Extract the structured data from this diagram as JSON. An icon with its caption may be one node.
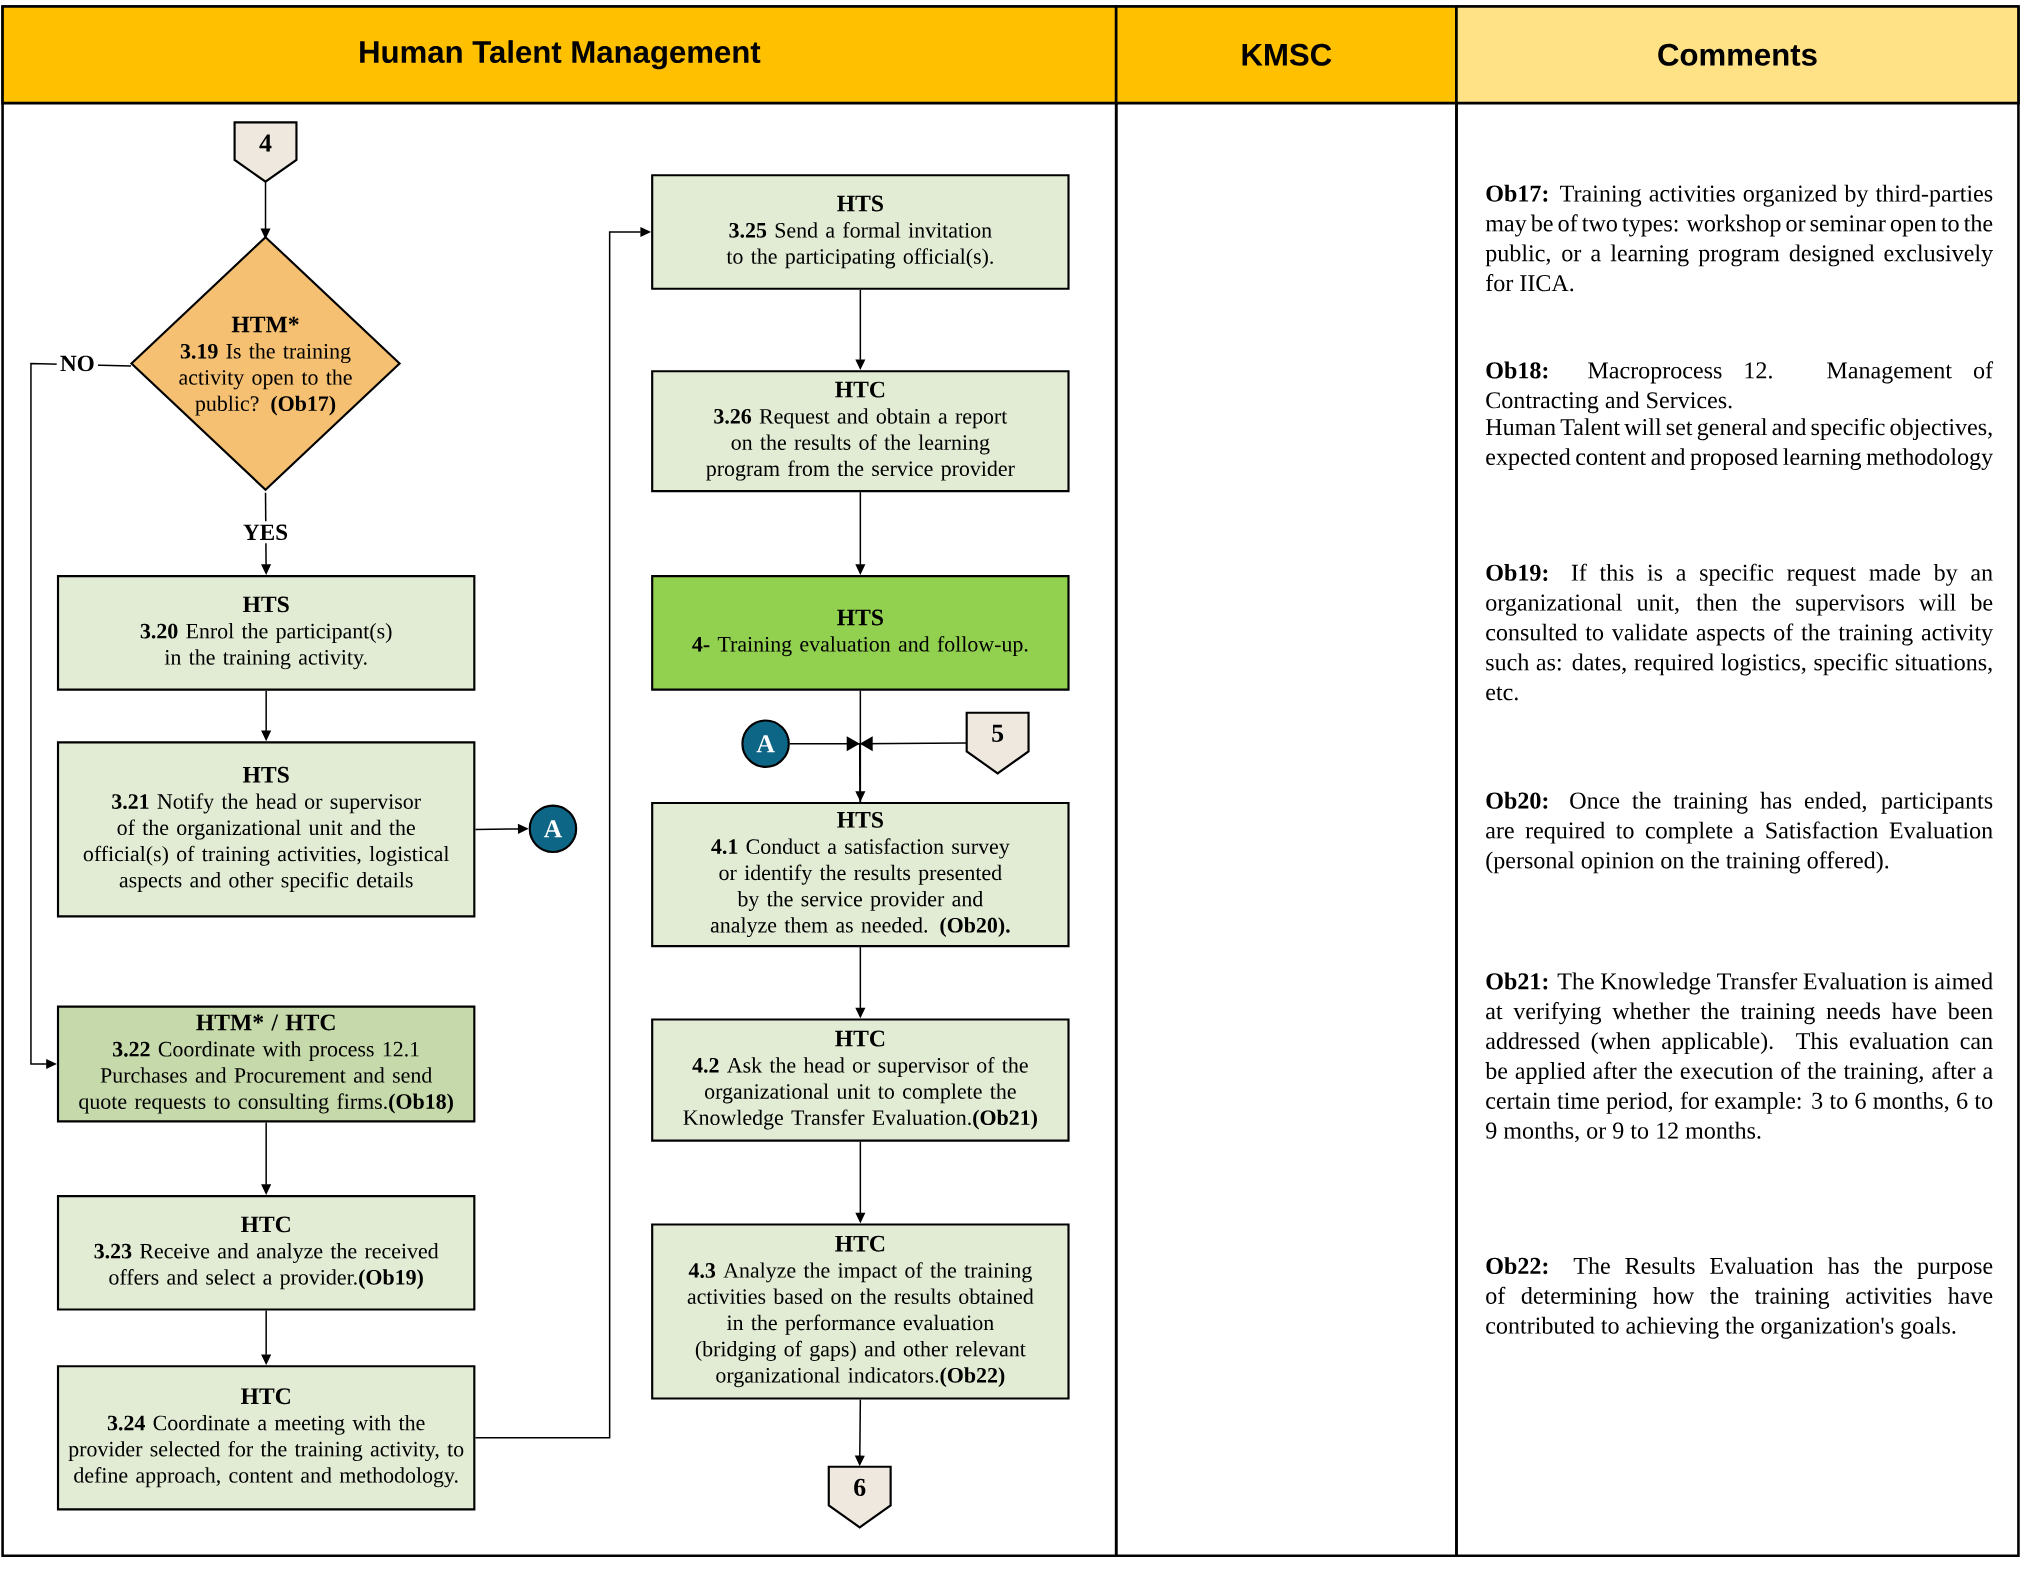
{
  "diagram": {
    "nodes": [
      {
        "text": [
          "Human Talent Management"
        ]
      },
      {
        "text": [
          "KMSC"
        ]
      },
      {
        "text": [
          "Comments"
        ]
      },
      {
        "text": [
          "4"
        ],
        "in": 0
      },
      {
        "text": [
          "HTM*",
          "**3.19** Is the training activity open to the public? **(Ob17)**"
        ],
        "in": 0
      },
      {
        "text": [
          "HTS",
          "**3.20** Enrol the participant(s) in the training activity."
        ],
        "in": 0
      },
      {
        "text": [
          "HTS",
          "**3.21** Notify the head or supervisor of the organizational unit and the official(s) of training activities, logistical aspects and other specific details"
        ],
        "in": 0
      },
      {
        "text": [
          "A"
        ],
        "in": 0
      },
      {
        "text": [
          "HTM* / HTC",
          "**3.22** Coordinate with process 12.1 Purchases and Procurement and send quote requests to consulting firms.**(Ob18)**"
        ],
        "in": 0
      },
      {
        "text": [
          "HTC",
          "**3.23** Receive and analyze the received offers and select a provider.**(Ob19)**"
        ],
        "in": 0
      },
      {
        "text": [
          "HTC",
          "**3.24** Coordinate a meeting with the provider selected for the training activity, to define approach, content and methodology."
        ],
        "in": 0
      },
      {
        "text": [
          "HTS",
          "**3.25** Send a formal invitation to the participating official(s)."
        ],
        "in": 0
      },
      {
        "text": [
          "HTC",
          "**3.26** Request and obtain a report on the results of the learning program from the service provider"
        ],
        "in": 0
      },
      {
        "text": [
          "HTS",
          "**4-** Training evaluation and follow-up."
        ],
        "in": 0
      },
      {
        "text": [
          "A"
        ],
        "in": 0
      },
      {
        "text": [
          "5"
        ],
        "in": 0
      },
      {
        "text": [
          "HTS",
          "**4.1** Conduct a satisfaction survey or identify the results presented by the service provider and analyze them as needed. **(Ob20).**"
        ],
        "in": 0
      },
      {
        "text": [
          "HTC",
          "**4.2**  Ask the head or supervisor of the organizational unit to complete the Knowledge Transfer Evaluation.**(Ob21)**"
        ],
        "in": 0
      },
      {
        "text": [
          "HTC",
          "**4.3** Analyze the impact of the training activities based on the results obtained in the performance evaluation (bridging of gaps) and other relevant organizational indicators.**(Ob22)**"
        ],
        "in": 0
      },
      {
        "text": [
          "6"
        ],
        "in": 0
      }
    ],
    "edges": [
      {
        "from": 3,
        "to": 4,
        "arrow": "to"
      },
      {
        "from": 4,
        "to": 5,
        "arrow": "to",
        "label": "YES"
      },
      {
        "from": 4,
        "to": 8,
        "arrow": "to",
        "label": "NO"
      },
      {
        "from": 5,
        "to": 6,
        "arrow": "to"
      },
      {
        "from": 6,
        "to": 7,
        "arrow": "to"
      },
      {
        "from": 8,
        "to": 9,
        "arrow": "to"
      },
      {
        "from": 9,
        "to": 10,
        "arrow": "to"
      },
      {
        "from": 10,
        "to": 11,
        "arrow": "to"
      },
      {
        "from": 11,
        "to": 12,
        "arrow": "to"
      },
      {
        "from": 12,
        "to": 13,
        "arrow": "to"
      },
      {
        "from": 13,
        "to": 16,
        "arrow": "to"
      },
      {
        "from": 14,
        "to": 16,
        "arrow": "to"
      },
      {
        "from": 15,
        "to": 16,
        "arrow": "to"
      },
      {
        "from": 16,
        "to": 17,
        "arrow": "to"
      },
      {
        "from": 17,
        "to": 18,
        "arrow": "to"
      },
      {
        "from": 18,
        "to": 19,
        "arrow": "to"
      }
    ],
    "labels": [
      "**Ob17:** Training activities organized by third-parties may be of two types: workshop or seminar open to the public, or a learning program designed exclusively for IICA.",
      "**Ob18:** Macroprocess 12. Management of Contracting and Services.",
      "Human Talent will set general and specific objectives, expected content and proposed learning methodology",
      "**Ob19:** If this is a specific request made by an organizational unit, then the supervisors will be consulted to validate aspects of the training activity such as: dates, required logistics, specific situations, etc.",
      "**Ob20:** Once the training has ended, participants are required to complete a Satisfaction Evaluation (personal opinion on the training offered).",
      "**Ob21:** The Knowledge Transfer Evaluation is aimed at verifying whether the training needs have been addressed (when applicable). This evaluation can be applied after the execution of the training, after a certain time period, for example: 3 to 6 months, 6 to 9 months, or 9 to 12 months.",
      "**Ob22:** The Results Evaluation has the purpose of determining how the training activities have contributed to achieving the organization's goals."
    ]
  }
}
